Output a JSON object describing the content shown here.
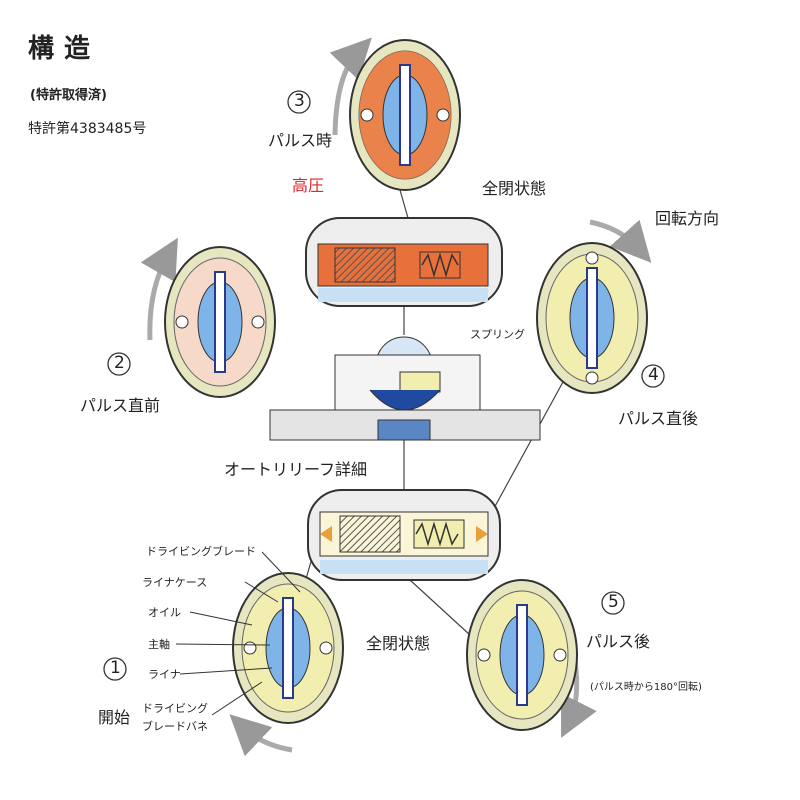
{
  "header": {
    "title": "構造",
    "subtitle": "(特許取得済)",
    "patent_number": "特許第4383485号"
  },
  "stages": [
    {
      "number": "1",
      "label": "開始"
    },
    {
      "number": "2",
      "label": "パルス直前"
    },
    {
      "number": "3",
      "label": "パルス時"
    },
    {
      "number": "4",
      "label": "パルス直後"
    },
    {
      "number": "5",
      "label": "パルス後"
    }
  ],
  "stage5_note": "(パルス時から180°回転)",
  "rotation_label": "回転方向",
  "upper_detail": {
    "high_pressure": "高圧",
    "fully_closed": "全閉状態",
    "spring": "スプリング"
  },
  "auto_relief_label": "オートリリーフ詳細",
  "lower_detail": {
    "fully_closed": "全閉状態"
  },
  "parts": {
    "driving_blade": "ドライビングブレード",
    "liner_case": "ライナケース",
    "oil": "オイル",
    "main_shaft": "主軸",
    "liner": "ライナ",
    "driving_blade_spring_1": "ドライビング",
    "driving_blade_spring_2": "ブレードバネ"
  },
  "colors": {
    "high_pressure": "#e8703a",
    "shaft_blue": "#7fb4e8",
    "liner_yellow": "#f2eeb0",
    "outline": "#333333"
  }
}
